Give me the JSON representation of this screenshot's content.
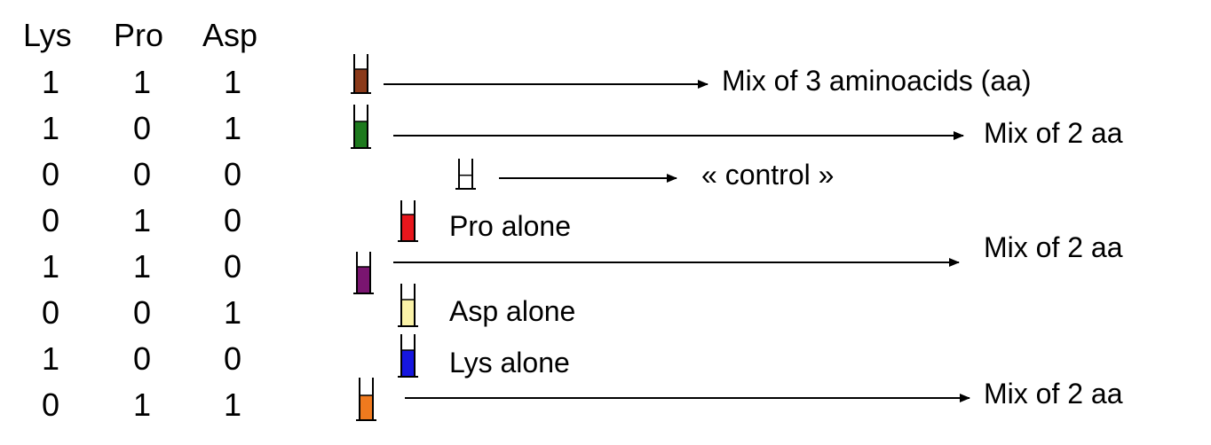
{
  "table": {
    "headers": [
      "Lys",
      "Pro",
      "Asp"
    ],
    "rows": [
      [
        1,
        1,
        1
      ],
      [
        1,
        0,
        1
      ],
      [
        0,
        0,
        0
      ],
      [
        0,
        1,
        0
      ],
      [
        1,
        1,
        0
      ],
      [
        0,
        0,
        1
      ],
      [
        1,
        0,
        0
      ],
      [
        0,
        1,
        1
      ]
    ]
  },
  "tubes": [
    {
      "id": "mix-3",
      "fill": "#8b3a1a"
    },
    {
      "id": "mix-lys-asp",
      "fill": "#1e7a1e"
    },
    {
      "id": "control",
      "fill": "#ffffff"
    },
    {
      "id": "pro",
      "fill": "#e8161c"
    },
    {
      "id": "mix-lys-pro",
      "fill": "#7a1570"
    },
    {
      "id": "asp",
      "fill": "#fbf3a8"
    },
    {
      "id": "lys",
      "fill": "#1616e0"
    },
    {
      "id": "mix-pro-asp",
      "fill": "#f07a1e"
    }
  ],
  "labels": {
    "mix3": "Mix of 3 aminoacids (aa)",
    "mix2_a": "Mix of 2 aa",
    "control": "« control »",
    "pro_alone": "Pro alone",
    "mix2_b": "Mix of 2 aa",
    "asp_alone": "Asp alone",
    "lys_alone": "Lys alone",
    "mix2_c": "Mix of 2 aa"
  }
}
